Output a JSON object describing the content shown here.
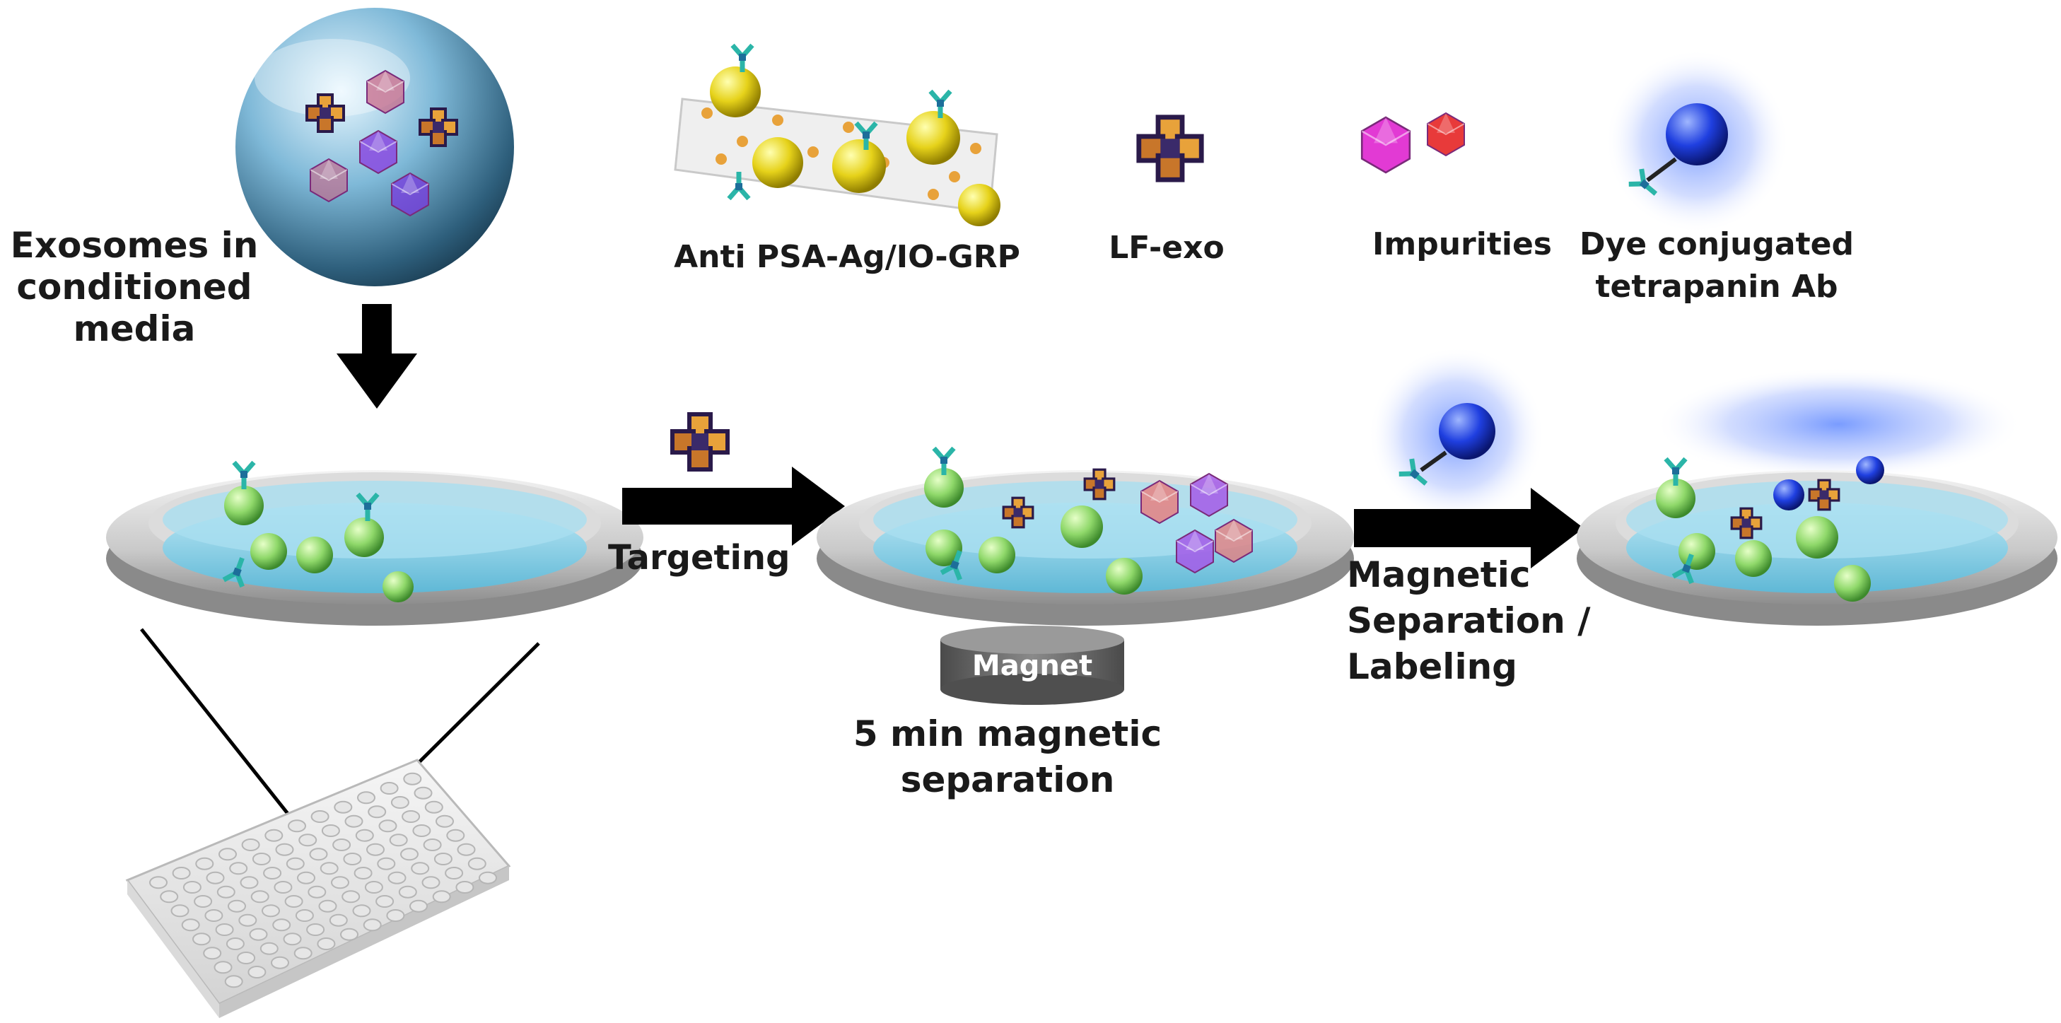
{
  "labels": {
    "exosomes_line1": "Exosomes in",
    "exosomes_line2": "conditioned",
    "exosomes_line3": "media",
    "legend_grp": "Anti PSA-Ag/IO-GRP",
    "legend_lfexo": "LF-exo",
    "legend_impurities": "Impurities",
    "legend_dye_line1": "Dye conjugated",
    "legend_dye_line2": "tetrapanin Ab",
    "targeting": "Targeting",
    "magnet": "Magnet",
    "sep_time_line1": "5 min magnetic",
    "sep_time_line2": "separation",
    "magsep_line1": "Magnetic",
    "magsep_line2": "Separation /",
    "magsep_line3": "Labeling"
  },
  "colors": {
    "nanoparticle": "#e6d21a",
    "nanoparticle_in_dish": "#8fd86a",
    "impurity_magenta": "#e23ad4",
    "impurity_red": "#e83a3a",
    "impurity_purple": "#a35be8",
    "dye_ball": "#1f3fe0",
    "antibody": "#2bb5a8",
    "dish_liquid": "#8fd3ea",
    "arrow": "#000000",
    "magnet": "#6b6b6b"
  }
}
